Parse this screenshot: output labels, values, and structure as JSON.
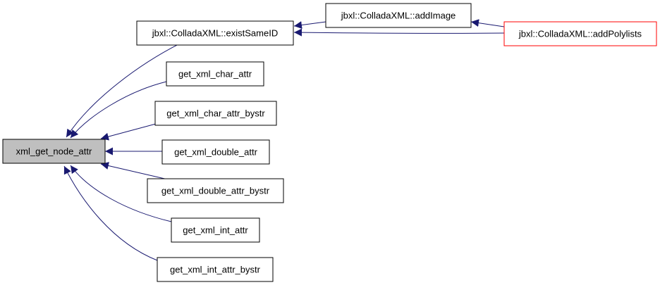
{
  "colors": {
    "edge": "#191970",
    "node_border": "#000000",
    "node_fill": "#ffffff",
    "focus_fill": "#bfbfbf",
    "highlight_border": "#ff0000"
  },
  "nodes": {
    "root": "xml_get_node_attr",
    "exist_same_id": "jbxl::ColladaXML::existSameID",
    "add_image": "jbxl::ColladaXML::addImage",
    "add_polylists": "jbxl::ColladaXML::addPolylists",
    "get_char_attr": "get_xml_char_attr",
    "get_char_attr_bystr": "get_xml_char_attr_bystr",
    "get_double_attr": "get_xml_double_attr",
    "get_double_attr_bystr": "get_xml_double_attr_bystr",
    "get_int_attr": "get_xml_int_attr",
    "get_int_attr_bystr": "get_xml_int_attr_bystr"
  }
}
